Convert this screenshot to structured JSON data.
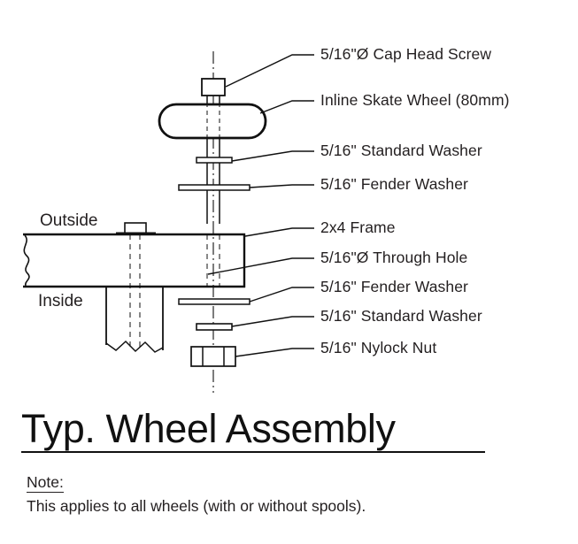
{
  "drawing": {
    "title": "Typ. Wheel Assembly",
    "side_labels": {
      "outside": "Outside",
      "inside": "Inside"
    },
    "note": {
      "heading": "Note:",
      "body": "This applies to all wheels (with or without spools)."
    },
    "callouts": [
      {
        "id": "cap-head-screw",
        "text": "5/16\"Ø Cap Head Screw"
      },
      {
        "id": "inline-skate-wheel",
        "text": "Inline Skate Wheel (80mm)"
      },
      {
        "id": "standard-washer-top",
        "text": "5/16\" Standard Washer"
      },
      {
        "id": "fender-washer-top",
        "text": "5/16\"  Fender Washer"
      },
      {
        "id": "frame-2x4",
        "text": "2x4 Frame"
      },
      {
        "id": "through-hole",
        "text": "5/16\"Ø Through Hole"
      },
      {
        "id": "fender-washer-bot",
        "text": "5/16\"  Fender Washer"
      },
      {
        "id": "standard-washer-bot",
        "text": "5/16\" Standard Washer"
      },
      {
        "id": "nylock-nut",
        "text": "5/16\" Nylock Nut"
      }
    ],
    "colors": {
      "line": "#111111",
      "text": "#231f20",
      "background": "#ffffff"
    }
  }
}
